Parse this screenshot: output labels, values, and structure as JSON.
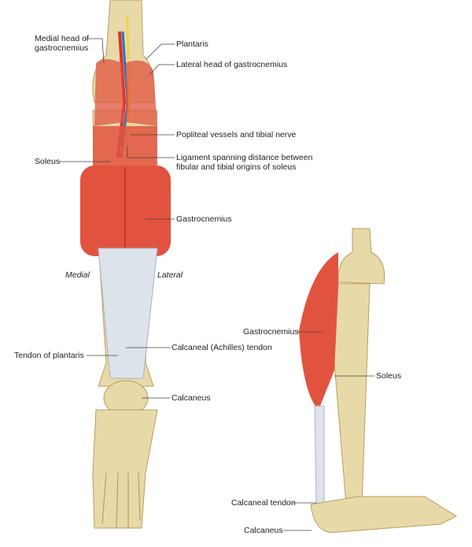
{
  "colors": {
    "bone": "#e8d9a8",
    "bone_shade": "#cdb77a",
    "muscle": "#e2533f",
    "muscle_light": "#f08a74",
    "tendon": "#dde3ea",
    "artery": "#d8322a",
    "vein": "#2f6fc4",
    "nerve": "#f3d23a",
    "leader": "#444444"
  },
  "posterior_view": {
    "labels": {
      "medial_head_line1": "Medial head of",
      "medial_head_line2": "gastrocnemius",
      "plantaris": "Plantaris",
      "lateral_head": "Lateral head of gastrocnemius",
      "popliteal": "Popliteal vessels and tibial nerve",
      "ligament_line1": "Ligament spanning distance between",
      "ligament_line2": "fibular and tibial origins of soleus",
      "soleus": "Soleus",
      "gastrocnemius": "Gastrocnemius",
      "medial": "Medial",
      "lateral": "Lateral",
      "tendon_of_plantaris": "Tendon of plantaris",
      "calcaneal_tendon": "Calcaneal (Achilles) tendon",
      "calcaneus": "Calcaneus"
    }
  },
  "lateral_view": {
    "labels": {
      "gastrocnemius": "Gastrocnemius",
      "soleus": "Soleus",
      "calcaneal_tendon": "Calcaneal tendon",
      "calcaneus": "Calcaneus"
    }
  }
}
